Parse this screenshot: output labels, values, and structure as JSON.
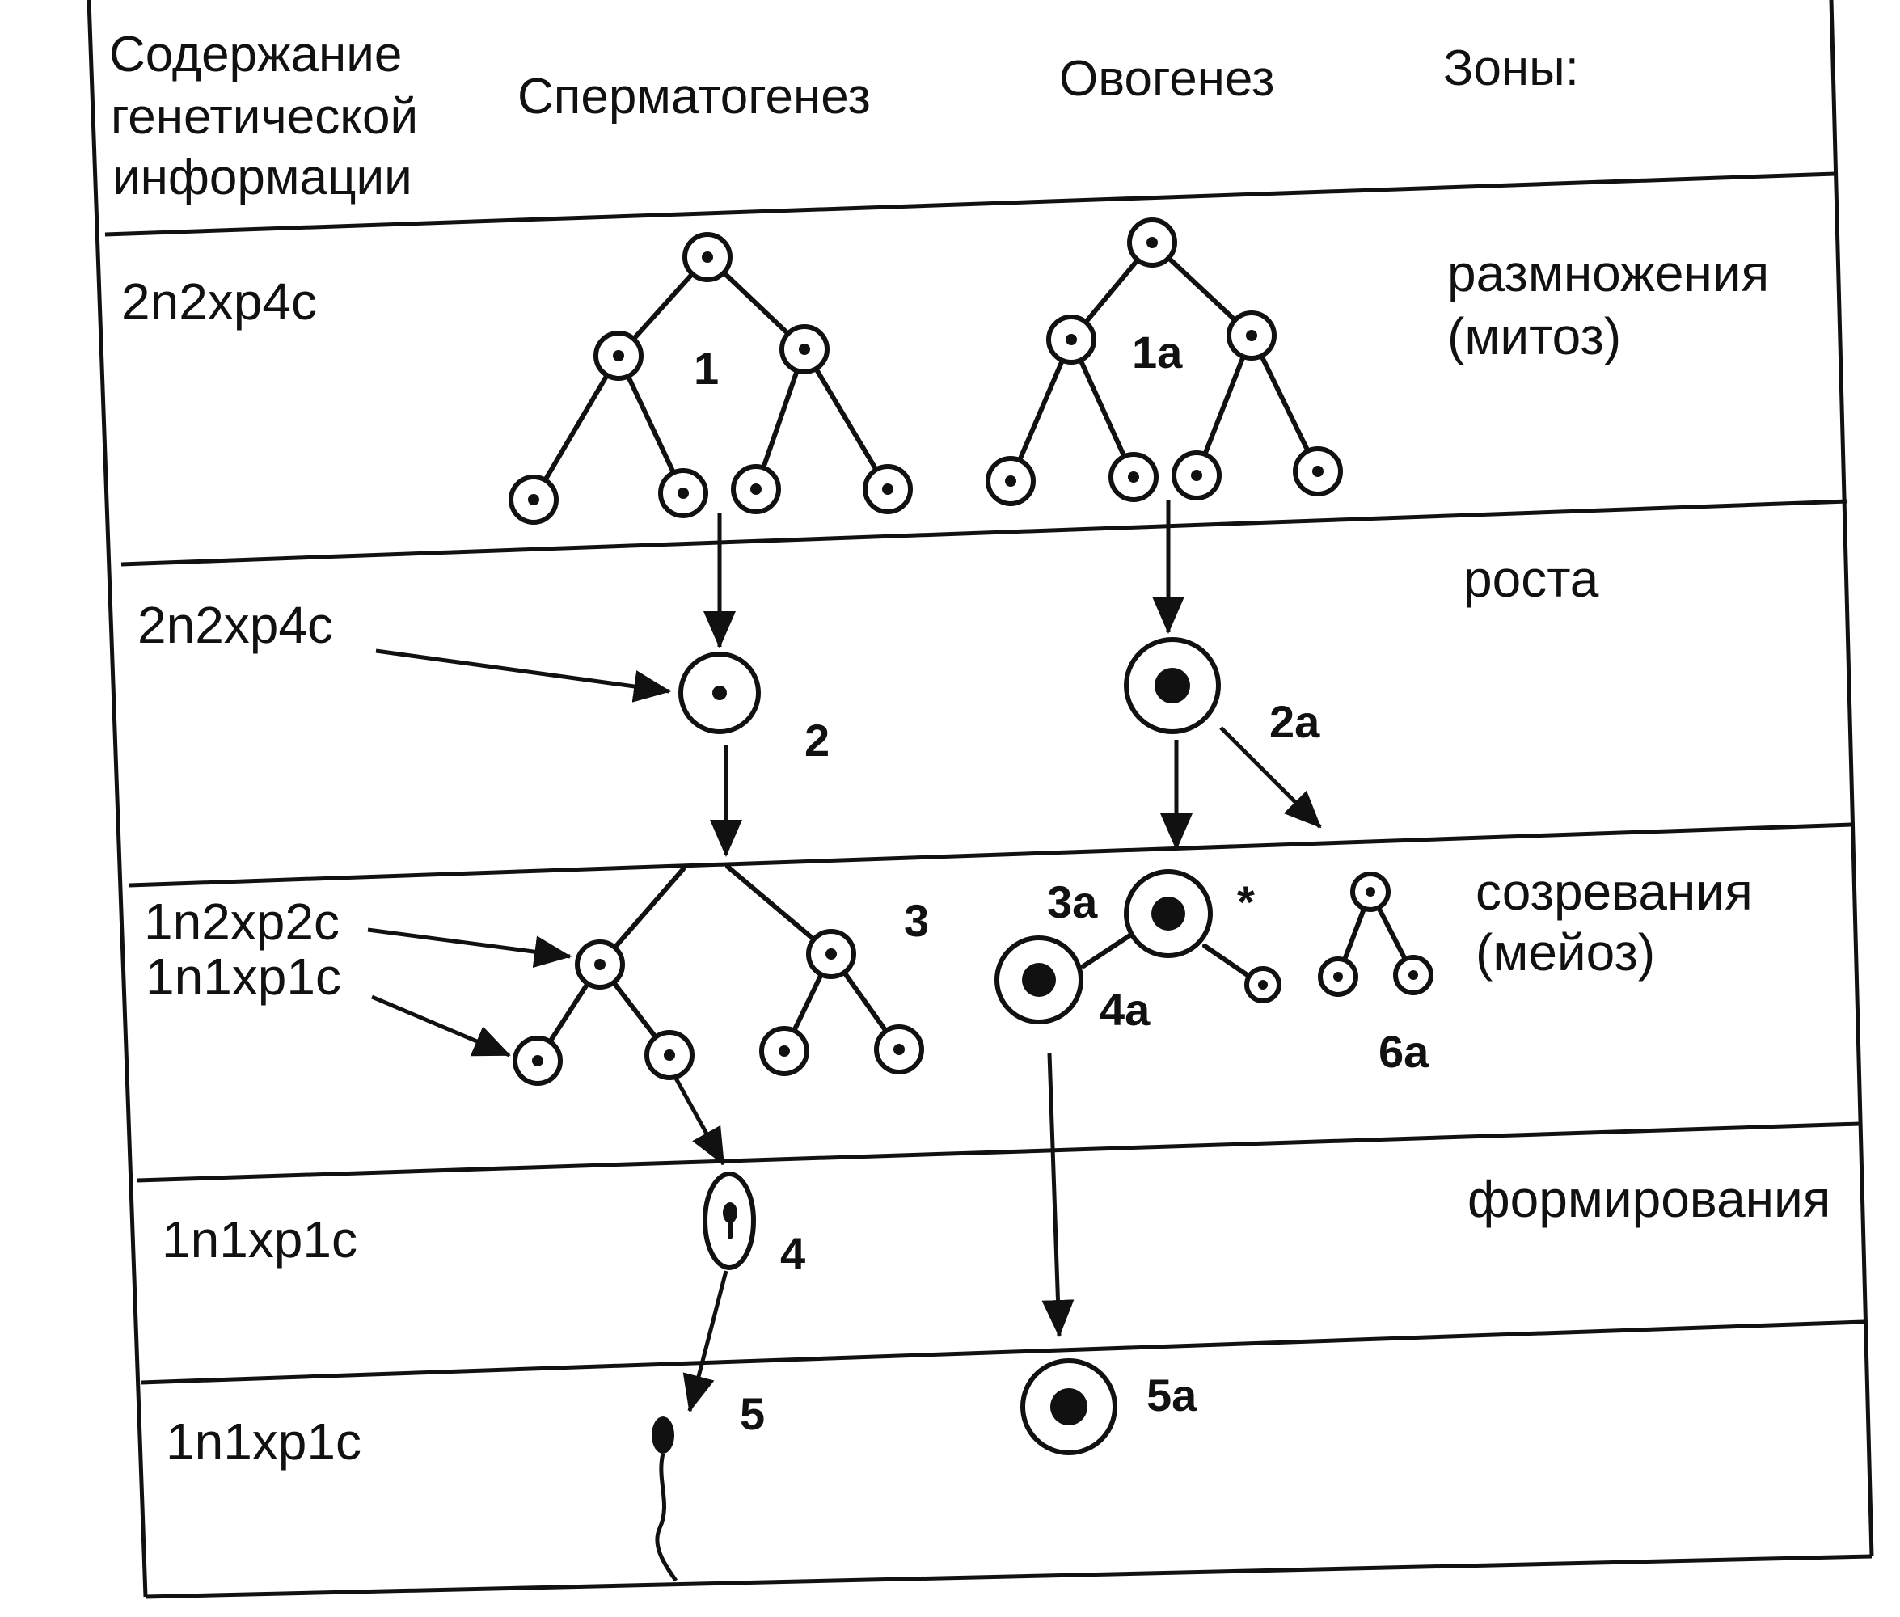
{
  "header": {
    "genetic_info_lines": [
      "Содержание",
      "генетической",
      "информации"
    ],
    "spermatogenesis": "Сперматогенез",
    "oogenesis": "Овогенез",
    "zones": "Зоны:"
  },
  "genetic_content": {
    "row1": "2n2xp4c",
    "row2": "2n2xp4c",
    "row3a": "1n2xp2c",
    "row3b": "1n1xp1c",
    "row4": "1n1xp1c",
    "row5": "1n1xp1c"
  },
  "zones": {
    "reproduction": "размножения",
    "reproduction_note": "(митоз)",
    "growth": "роста",
    "maturation": "созревания",
    "maturation_note": "(мейоз)",
    "formation": "формирования"
  },
  "stage_labels": {
    "s1": "1",
    "s1a": "1a",
    "s2": "2",
    "s2a": "2a",
    "s3": "3",
    "s3a": "3a",
    "star": "*",
    "s4": "4",
    "s4a": "4a",
    "s5": "5",
    "s5a": "5a",
    "s6a": "6a"
  }
}
